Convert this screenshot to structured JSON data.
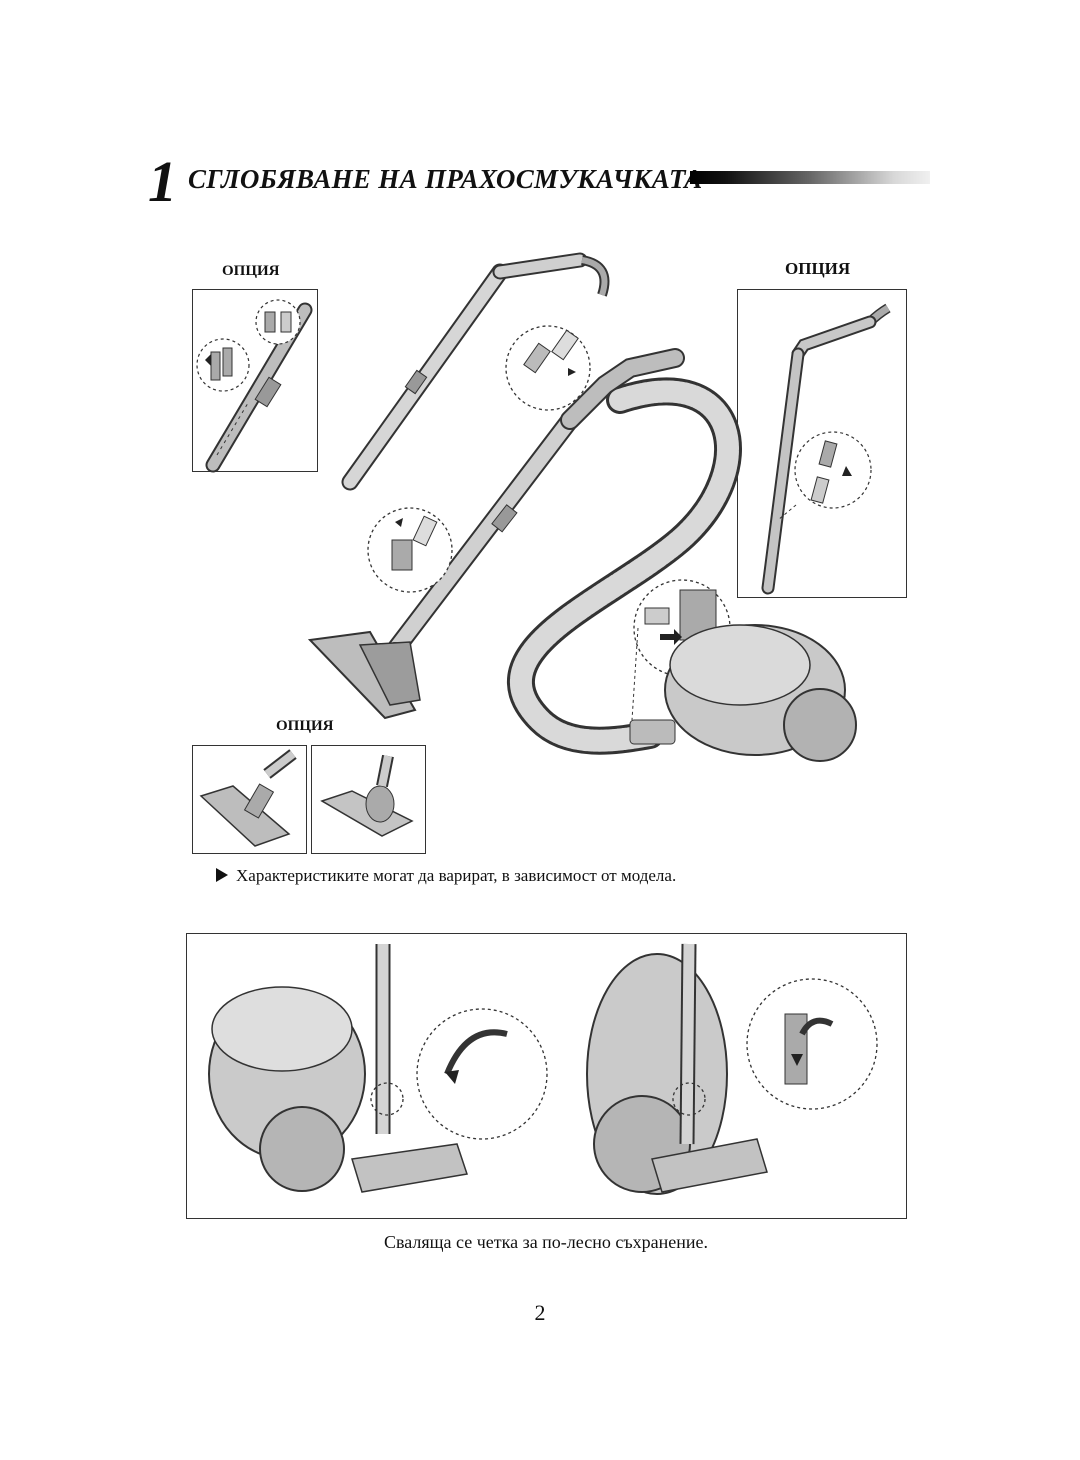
{
  "heading": {
    "number": "1",
    "title": "СГЛОБЯВАНЕ НА ПРАХОСМУКАЧКАТА"
  },
  "option_labels": {
    "top_left": "ОПЦИЯ",
    "top_right": "ОПЦИЯ",
    "bottom_left": "ОПЦИЯ"
  },
  "note": "Характеристиките могат да варират, в зависимост от модела.",
  "storage_caption": "Сваляща се четка за по-лесно съхранение.",
  "page_number": "2"
}
